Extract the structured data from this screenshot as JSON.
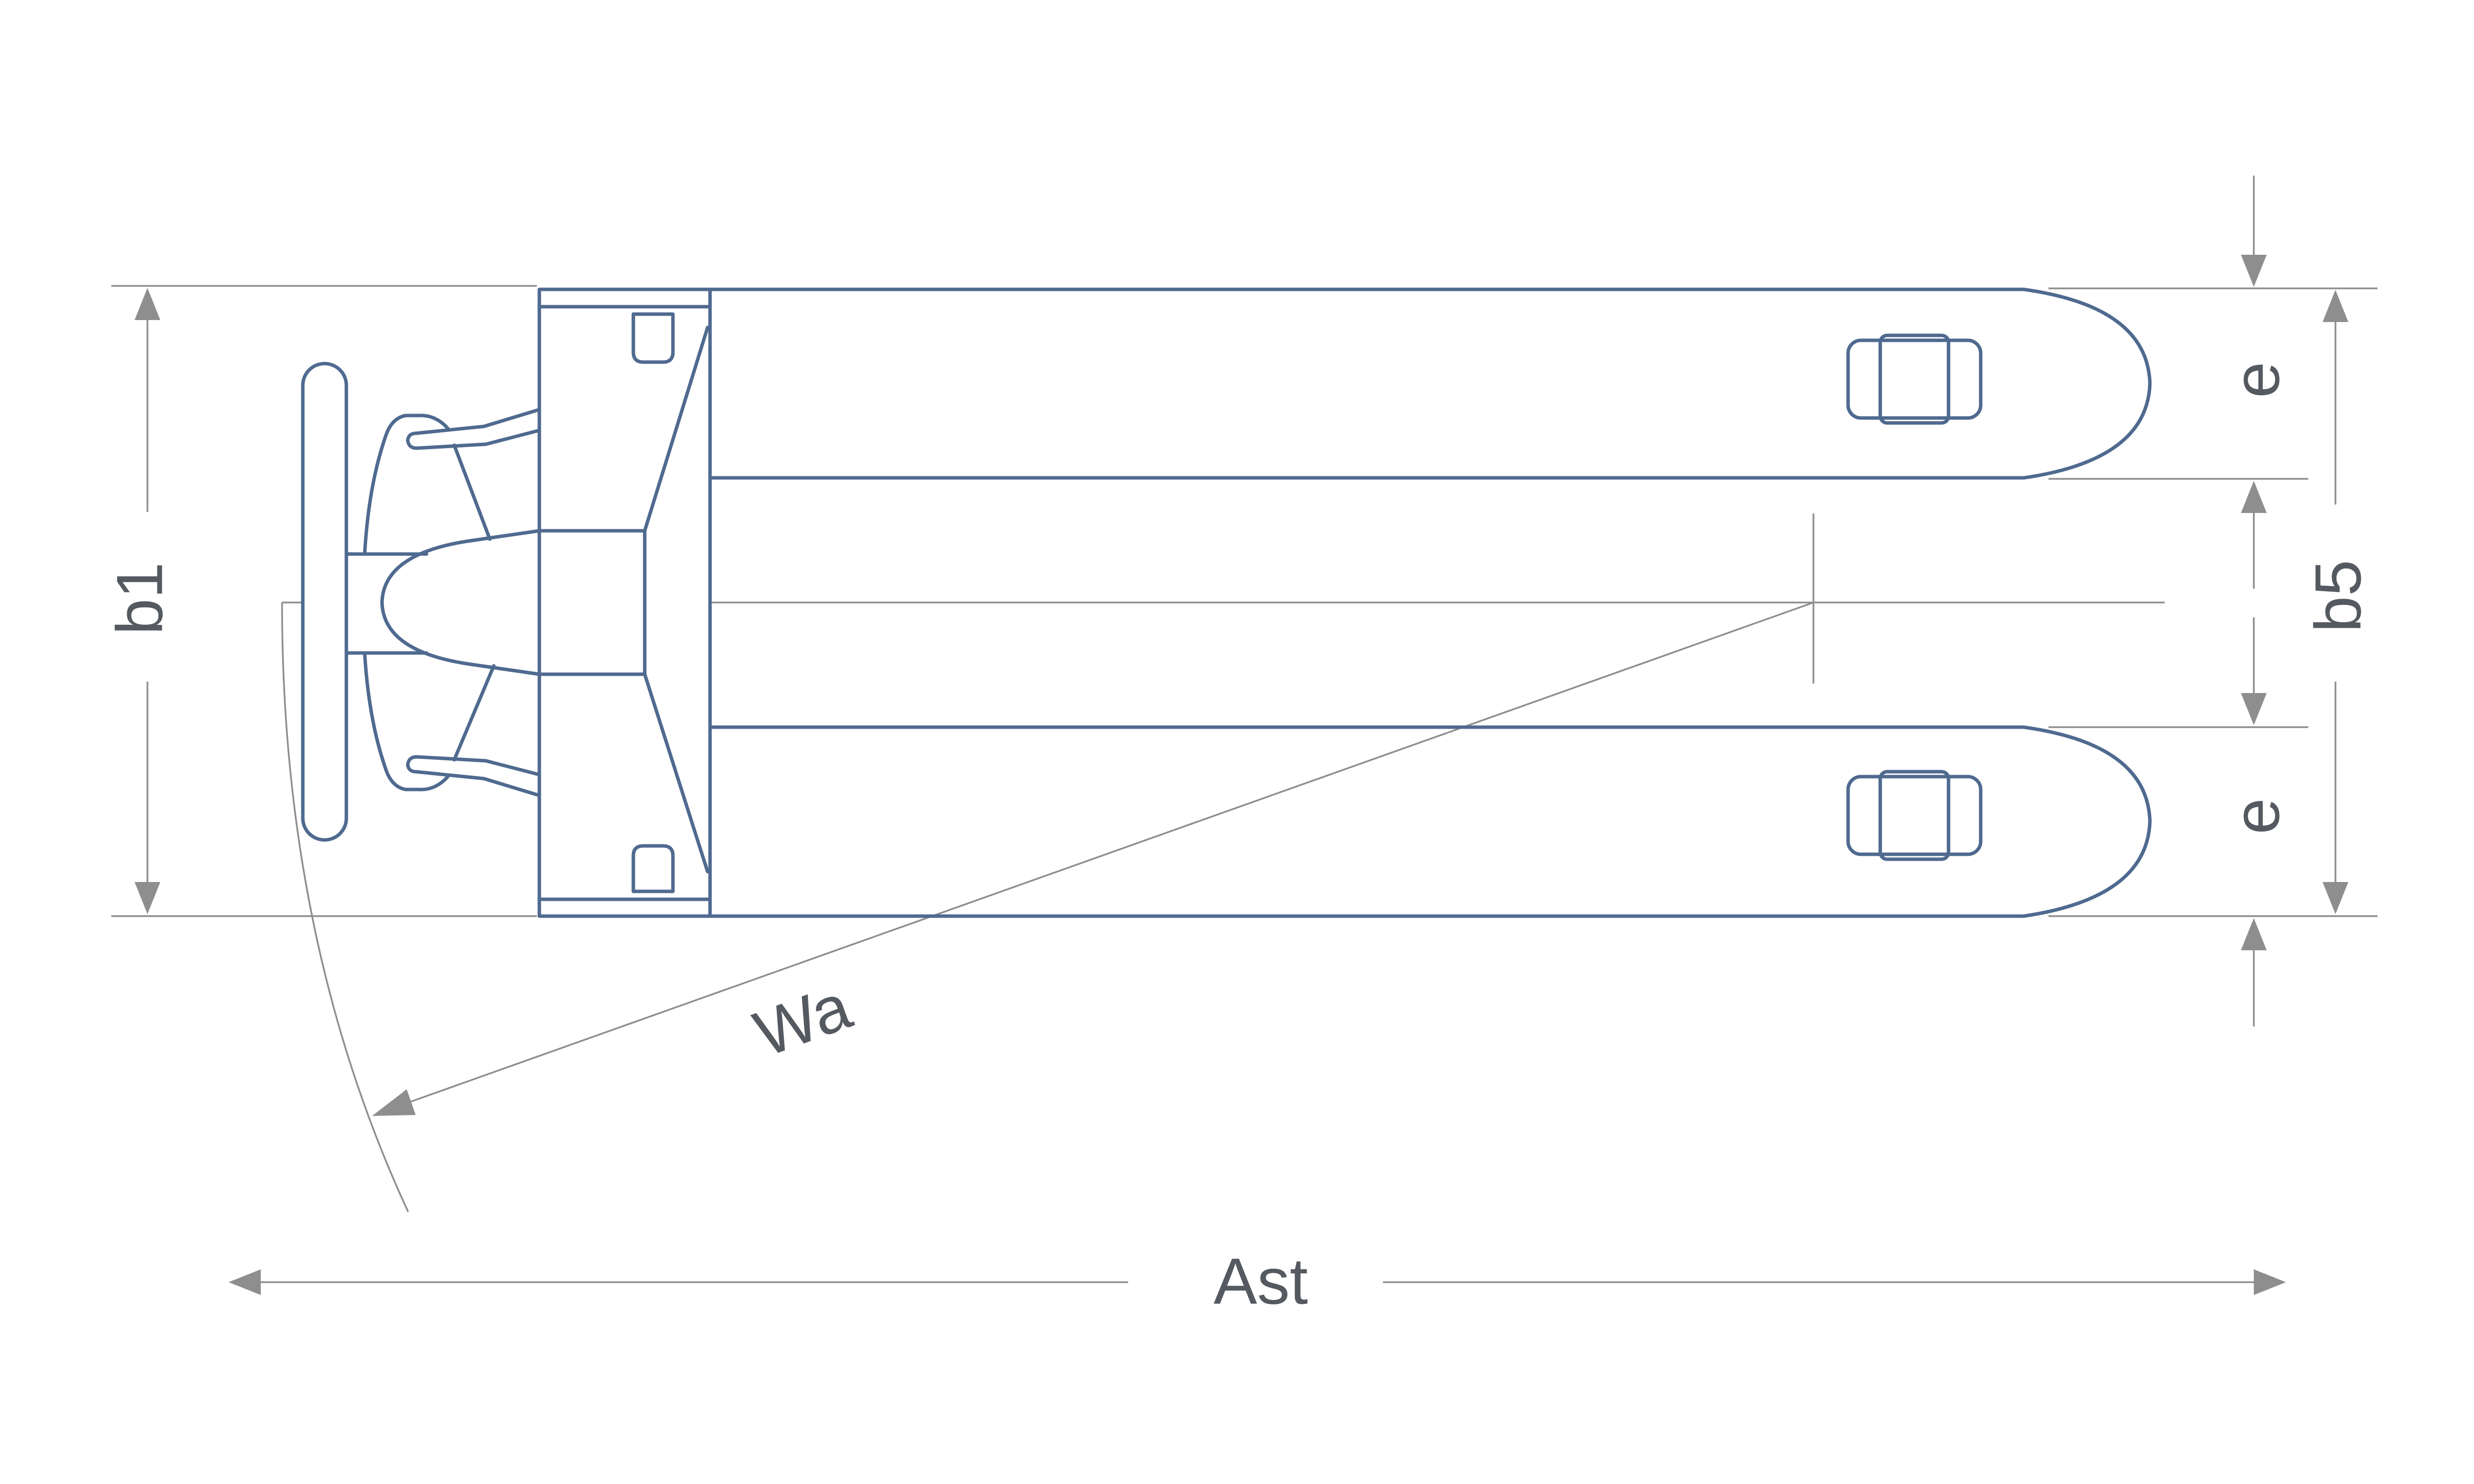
{
  "labels": {
    "b1": "b1",
    "b5": "b5",
    "e_top": "e",
    "e_bottom": "e",
    "wa": "Wa",
    "ast": "Ast"
  },
  "colors": {
    "outline": "#4f6a8f",
    "dimension": "#8e8e8e",
    "text": "#555a61"
  }
}
